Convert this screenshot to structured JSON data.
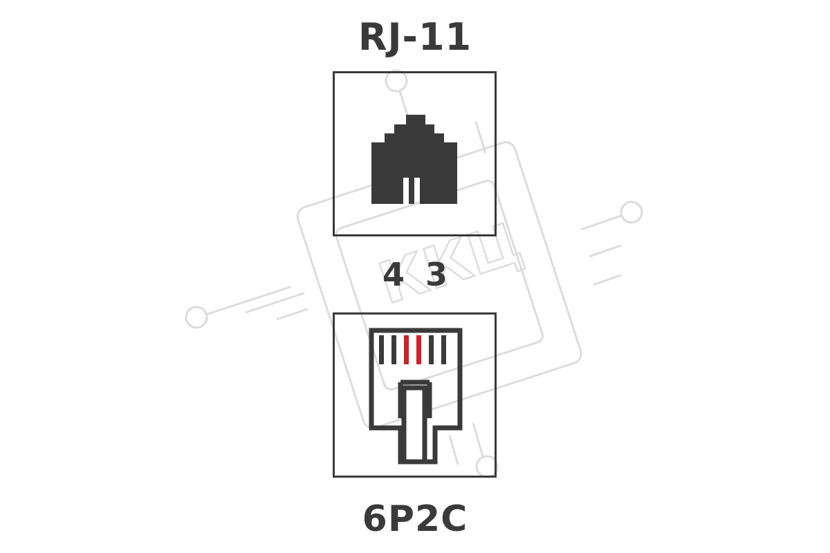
{
  "title": "RJ-11",
  "pin_label": "4 3",
  "connector_code": "6P2C",
  "watermark": {
    "icon": "kkc-logo-icon",
    "text": "ККЦ"
  },
  "socket": {
    "icon": "rj11-socket-icon"
  },
  "plug": {
    "icon": "rj11-plug-icon",
    "active_contacts": 2
  },
  "colors": {
    "ink": "#3a3a3a",
    "active_contact": "#d0202a",
    "watermark": "#dcdcdc"
  }
}
